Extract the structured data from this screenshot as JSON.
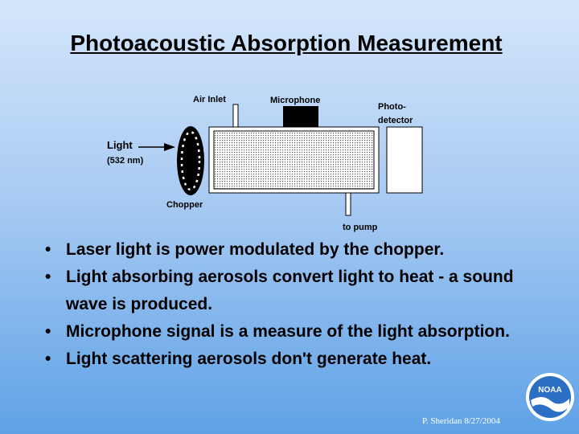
{
  "slide": {
    "title": "Photoacoustic Absorption Measurement"
  },
  "diagram": {
    "labels": {
      "air_inlet": "Air Inlet",
      "microphone": "Microphone",
      "photodetector_line1": "Photo-",
      "photodetector_line2": "detector",
      "light_line1": "Light",
      "light_line2": "(532 nm)",
      "chopper": "Chopper",
      "to_pump": "to pump"
    }
  },
  "bullets": [
    "Laser light is power modulated by the chopper.",
    "Light absorbing aerosols convert light to heat - a sound wave is produced.",
    "Microphone signal is a measure of the light absorption.",
    "Light scattering aerosols don't generate heat."
  ],
  "footer": {
    "credit": "P. Sheridan  8/27/2004"
  },
  "logo": {
    "text": "NOAA"
  },
  "colors": {
    "background_top": "#d4e6fb",
    "background_bottom": "#5fa2e6",
    "chamber_fill": "#e8e8e8"
  }
}
